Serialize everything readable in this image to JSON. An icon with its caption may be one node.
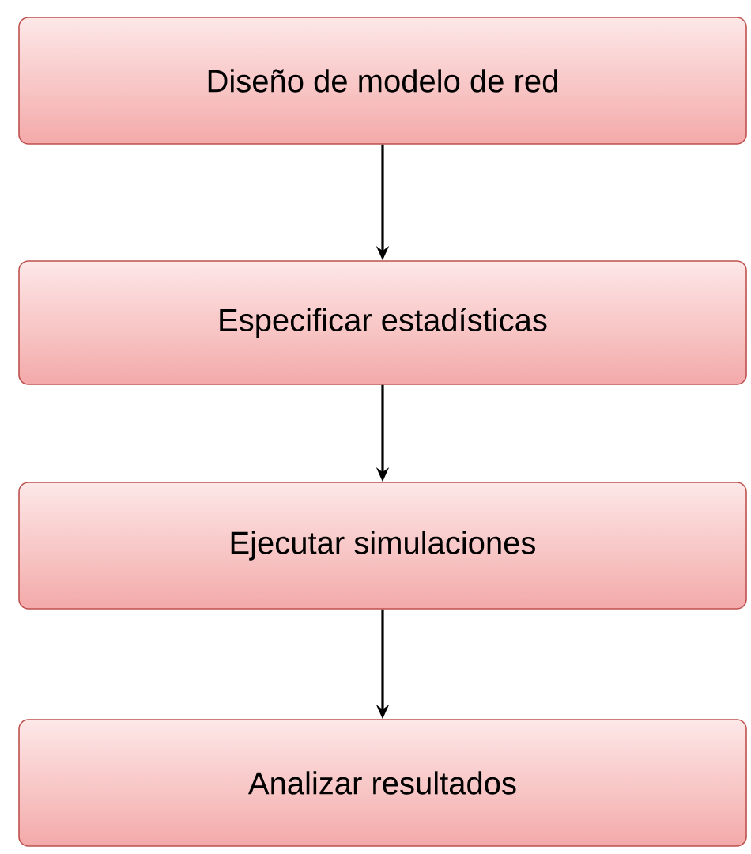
{
  "diagram": {
    "nodes": [
      {
        "text": [
          "Diseño de modelo de red"
        ]
      },
      {
        "text": [
          "Especificar estadísticas"
        ]
      },
      {
        "text": [
          "Ejecutar simulaciones"
        ]
      },
      {
        "text": [
          "Analizar resultados"
        ]
      }
    ],
    "edges": [
      {
        "from": 0,
        "to": 1,
        "arrow": "to"
      },
      {
        "from": 1,
        "to": 2,
        "arrow": "to"
      },
      {
        "from": 2,
        "to": 3,
        "arrow": "to"
      }
    ]
  }
}
